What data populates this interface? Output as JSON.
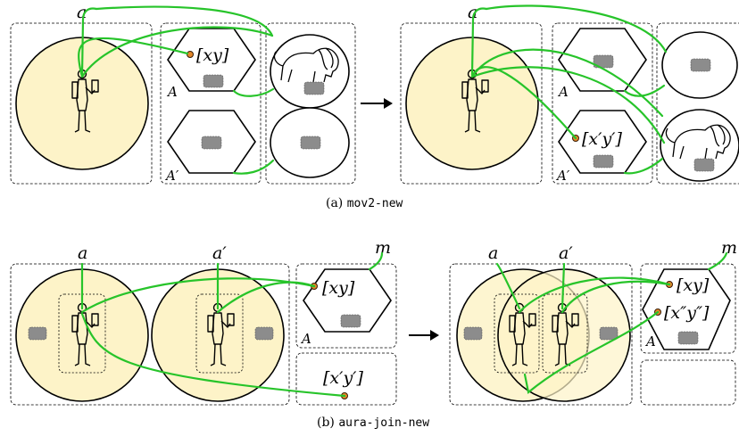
{
  "panel_a": {
    "label_agent": "a",
    "label_xy": "[xy]",
    "label_A": "A",
    "label_Aprime": "A′",
    "label_xpyp": "[x′y′]",
    "caption_prefix": "(a) ",
    "caption_code": "mov2-new"
  },
  "panel_b": {
    "label_agent": "a",
    "label_agent2": "a′",
    "label_m": "m",
    "label_xy": "[xy]",
    "label_A": "A",
    "label_xpyp": "[x′y′]",
    "label_xppypp": "[x″y″]",
    "caption_prefix": "(b) ",
    "caption_code": "aura-join-new"
  },
  "colors": {
    "link": "#27c42a",
    "locality": "#fdf3c8",
    "dot": "#e3872a"
  }
}
